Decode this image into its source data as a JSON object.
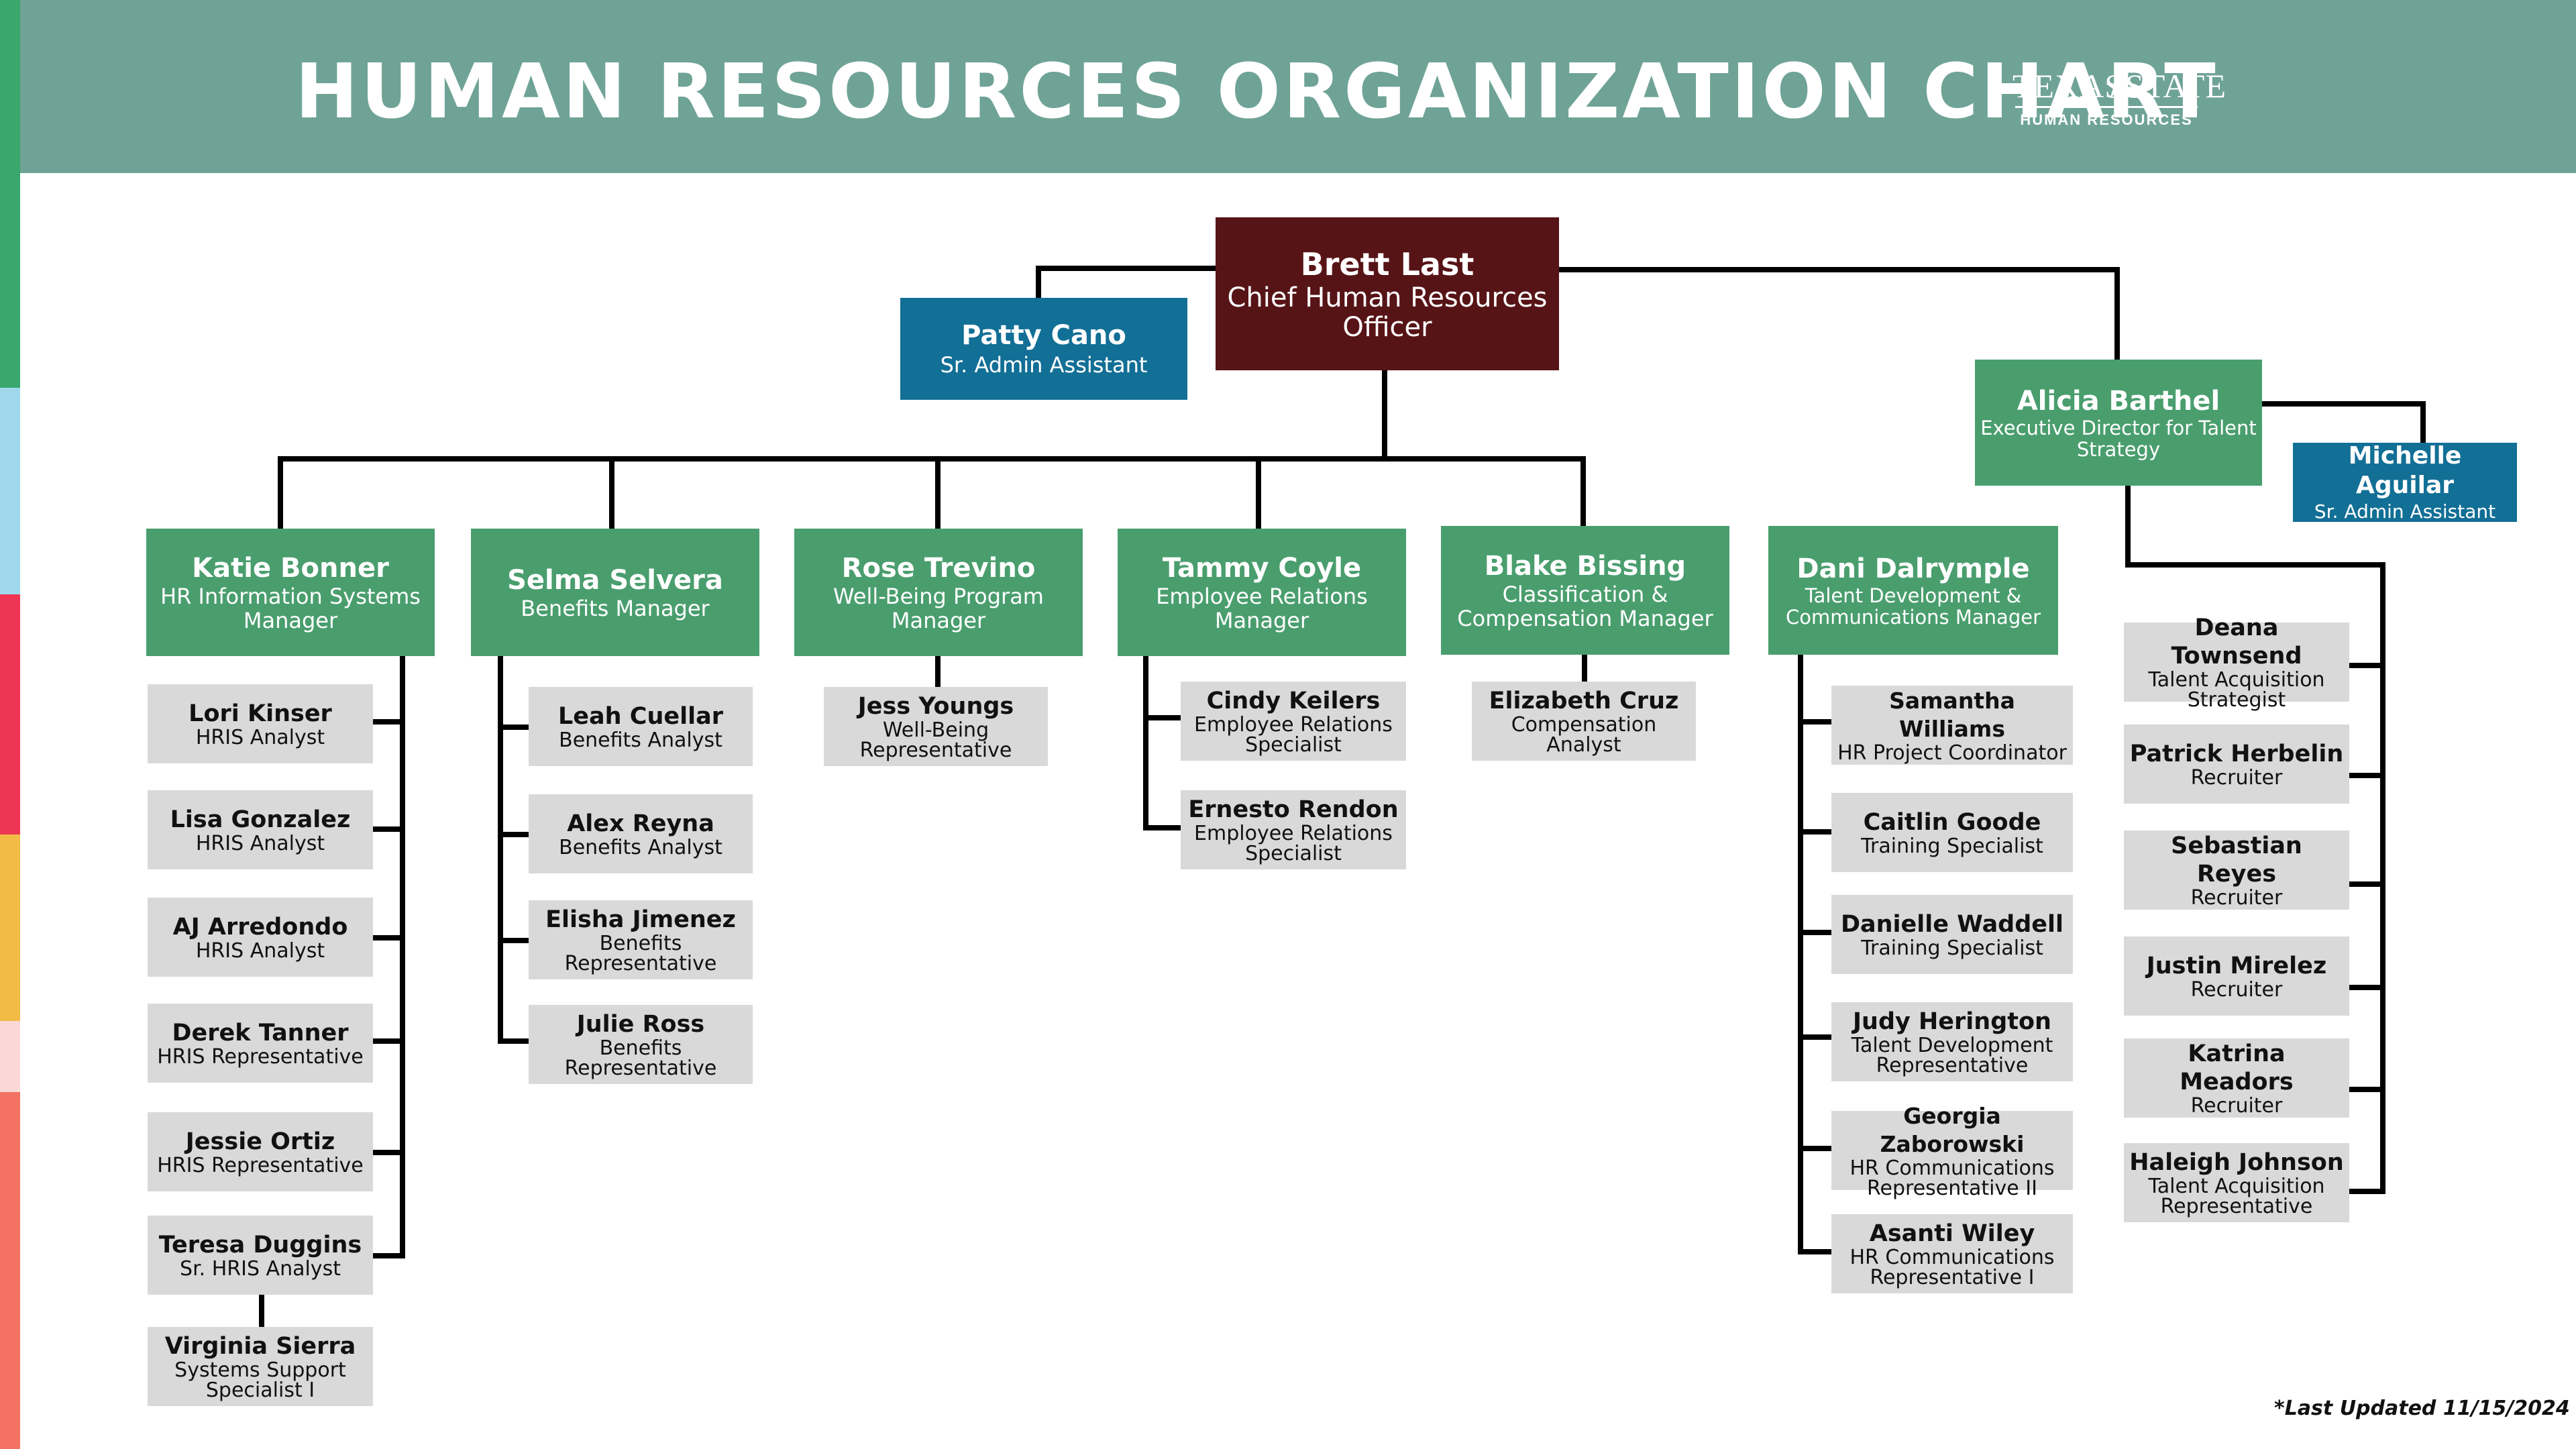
{
  "header": {
    "title": "HUMAN RESOURCES ORGANIZATION CHART",
    "logo": {
      "word1": "TEXAS",
      "word2": "STATE",
      "subtitle": "HUMAN RESOURCES",
      "icon": "star-icon"
    }
  },
  "colors": {
    "header_bg": "#6fa396",
    "lead_box": "#4a9e6e",
    "admin_box": "#126f96",
    "chief_box": "#571417",
    "staff_box": "#d9d9d9",
    "stripe": [
      "#3aa76d",
      "#9fd8ec",
      "#ee3553",
      "#f1bb46",
      "#fbd7d6",
      "#f37261"
    ]
  },
  "chief": {
    "name": "Brett Last",
    "title": "Chief Human Resources Officer"
  },
  "chief_admin": {
    "name": "Patty Cano",
    "title": "Sr. Admin Assistant"
  },
  "talent_director": {
    "name": "Alicia Barthel",
    "title": "Executive Director for Talent Strategy",
    "admin": {
      "name": "Michelle Aguilar",
      "title": "Sr. Admin Assistant"
    }
  },
  "departments": [
    {
      "manager": {
        "name": "Katie Bonner",
        "title": "HR Information Systems Manager"
      },
      "staff": [
        {
          "name": "Lori Kinser",
          "title": "HRIS Analyst"
        },
        {
          "name": "Lisa Gonzalez",
          "title": "HRIS Analyst"
        },
        {
          "name": "AJ Arredondo",
          "title": "HRIS Analyst"
        },
        {
          "name": "Derek Tanner",
          "title": "HRIS Representative"
        },
        {
          "name": "Jessie Ortiz",
          "title": "HRIS Representative"
        },
        {
          "name": "Teresa Duggins",
          "title": "Sr. HRIS Analyst"
        },
        {
          "name": "Virginia Sierra",
          "title": "Systems Support Specialist I"
        }
      ]
    },
    {
      "manager": {
        "name": "Selma Selvera",
        "title": "Benefits Manager"
      },
      "staff": [
        {
          "name": "Leah Cuellar",
          "title": "Benefits Analyst"
        },
        {
          "name": "Alex Reyna",
          "title": "Benefits Analyst"
        },
        {
          "name": "Elisha Jimenez",
          "title": "Benefits Representative"
        },
        {
          "name": "Julie Ross",
          "title": "Benefits Representative"
        }
      ]
    },
    {
      "manager": {
        "name": "Rose Trevino",
        "title": "Well-Being Program Manager"
      },
      "staff": [
        {
          "name": "Jess Youngs",
          "title": "Well-Being Representative"
        }
      ]
    },
    {
      "manager": {
        "name": "Tammy Coyle",
        "title": "Employee Relations Manager"
      },
      "staff": [
        {
          "name": "Cindy Keilers",
          "title": "Employee Relations Specialist"
        },
        {
          "name": "Ernesto Rendon",
          "title": "Employee Relations Specialist"
        }
      ]
    },
    {
      "manager": {
        "name": "Blake Bissing",
        "title": "Classification & Compensation Manager"
      },
      "staff": [
        {
          "name": "Elizabeth Cruz",
          "title": "Compensation Analyst"
        }
      ]
    },
    {
      "manager": {
        "name": "Dani Dalrymple",
        "title": "Talent Development & Communications Manager"
      },
      "staff": [
        {
          "name": "Samantha Williams",
          "title": "HR Project Coordinator"
        },
        {
          "name": "Caitlin Goode",
          "title": "Training Specialist"
        },
        {
          "name": "Danielle Waddell",
          "title": "Training Specialist"
        },
        {
          "name": "Judy Herington",
          "title": "Talent Development Representative"
        },
        {
          "name": "Georgia Zaborowski",
          "title": "HR Communications Representative II"
        },
        {
          "name": "Asanti Wiley",
          "title": "HR Communications Representative I"
        }
      ]
    }
  ],
  "talent_acquisition": [
    {
      "name": "Deana Townsend",
      "title": "Talent Acquisition Strategist"
    },
    {
      "name": "Patrick Herbelin",
      "title": "Recruiter"
    },
    {
      "name": "Sebastian Reyes",
      "title": "Recruiter"
    },
    {
      "name": "Justin Mirelez",
      "title": "Recruiter"
    },
    {
      "name": "Katrina Meadors",
      "title": "Recruiter"
    },
    {
      "name": "Haleigh Johnson",
      "title": "Talent Acquisition Representative"
    }
  ],
  "footnote": "*Last Updated 11/15/2024"
}
